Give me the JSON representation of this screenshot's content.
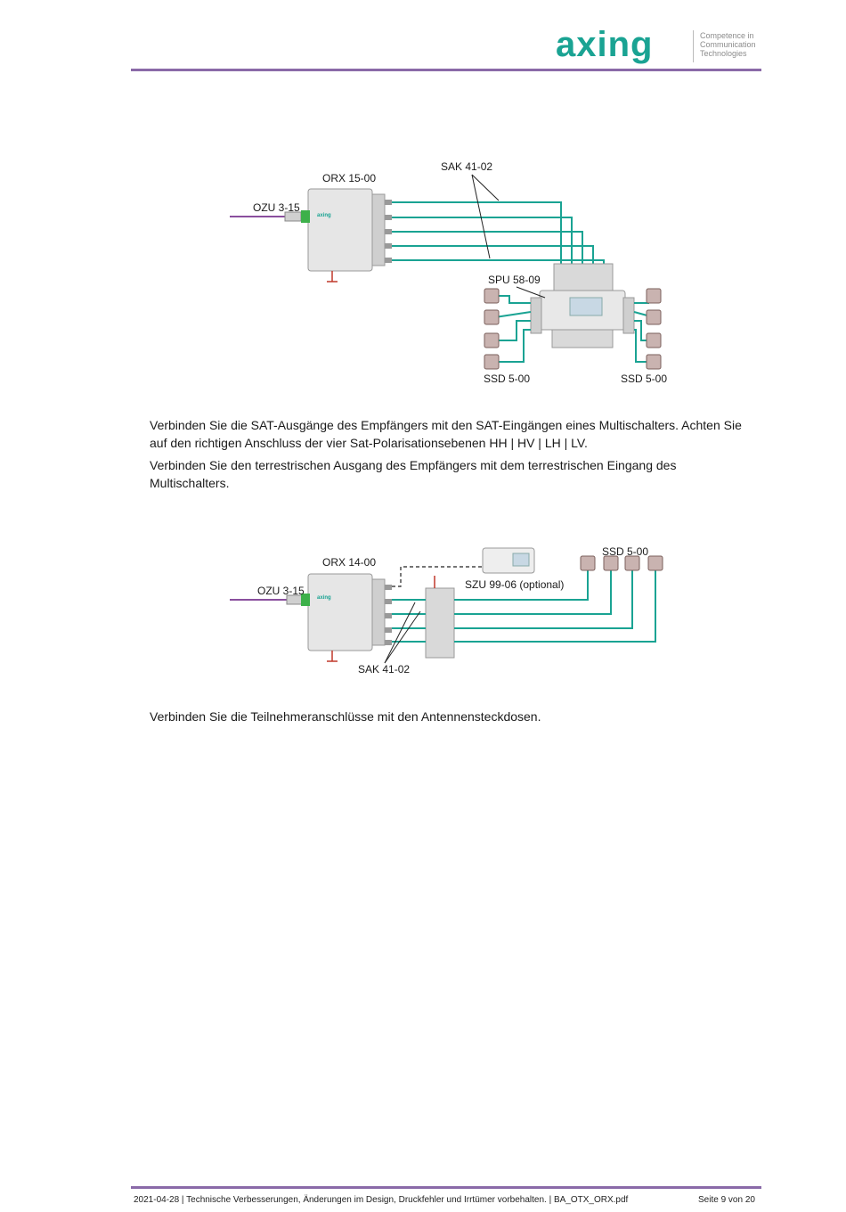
{
  "header": {
    "logo_word": "axing",
    "logo_tagline": [
      "Competence in",
      "Communication",
      "Technologies"
    ],
    "accent_color": "#1aa393",
    "rule_color": "#8a6aa8"
  },
  "diagram1": {
    "receiver": "ORX 15-00",
    "optical_input": "OZU 3-15",
    "cable": "SAK 41-02",
    "multiswitch": "SPU 58-09",
    "socket_left": "SSD 5-00",
    "socket_right": "SSD 5-00"
  },
  "paragraphs": {
    "p1": "Verbinden Sie die SAT-Ausgänge des Empfängers mit den SAT-Eingängen eines Multischalters. Achten Sie auf den richtigen Anschluss der vier Sat-Polarisationsebenen HH | HV | LH | LV.",
    "p2": "Verbinden Sie den terrestrischen Ausgang des Empfängers mit dem terrestrischen Eingang des Multischalters.",
    "p3": "Verbinden Sie die Teilnehmeranschlüsse mit den Antennensteckdosen."
  },
  "diagram2": {
    "receiver": "ORX 14-00",
    "optical_input": "OZU 3-15",
    "amplifier": "SZU 99-06 (optional)",
    "sockets": "SSD 5-00",
    "cable": "SAK 41-02"
  },
  "footer": {
    "left": "2021-04-28 | Technische Verbesserungen, Änderungen im Design, Druckfehler und Irrtümer vorbehalten. | BA_OTX_ORX.pdf",
    "right": "Seite 9 von 20"
  }
}
